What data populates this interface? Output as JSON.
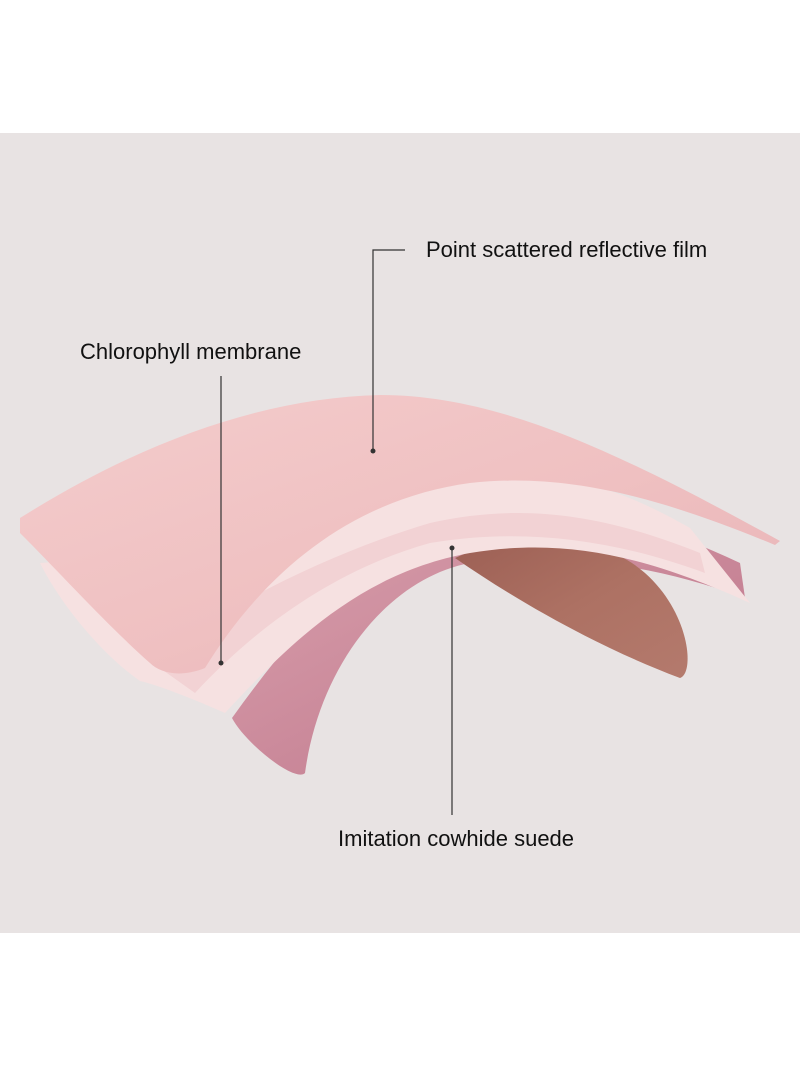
{
  "labels": {
    "reflective_film": "Point scattered reflective film",
    "chlorophyll": "Chlorophyll membrane",
    "suede": "Imitation cowhide suede"
  },
  "colors": {
    "background_panel": "#e8e3e3",
    "top_layer": "#f1c3c4",
    "middle_layer": "#f7e3e3",
    "bottom_layer": "#c98497",
    "suede": "#a7695c",
    "leader_line": "#333333"
  }
}
